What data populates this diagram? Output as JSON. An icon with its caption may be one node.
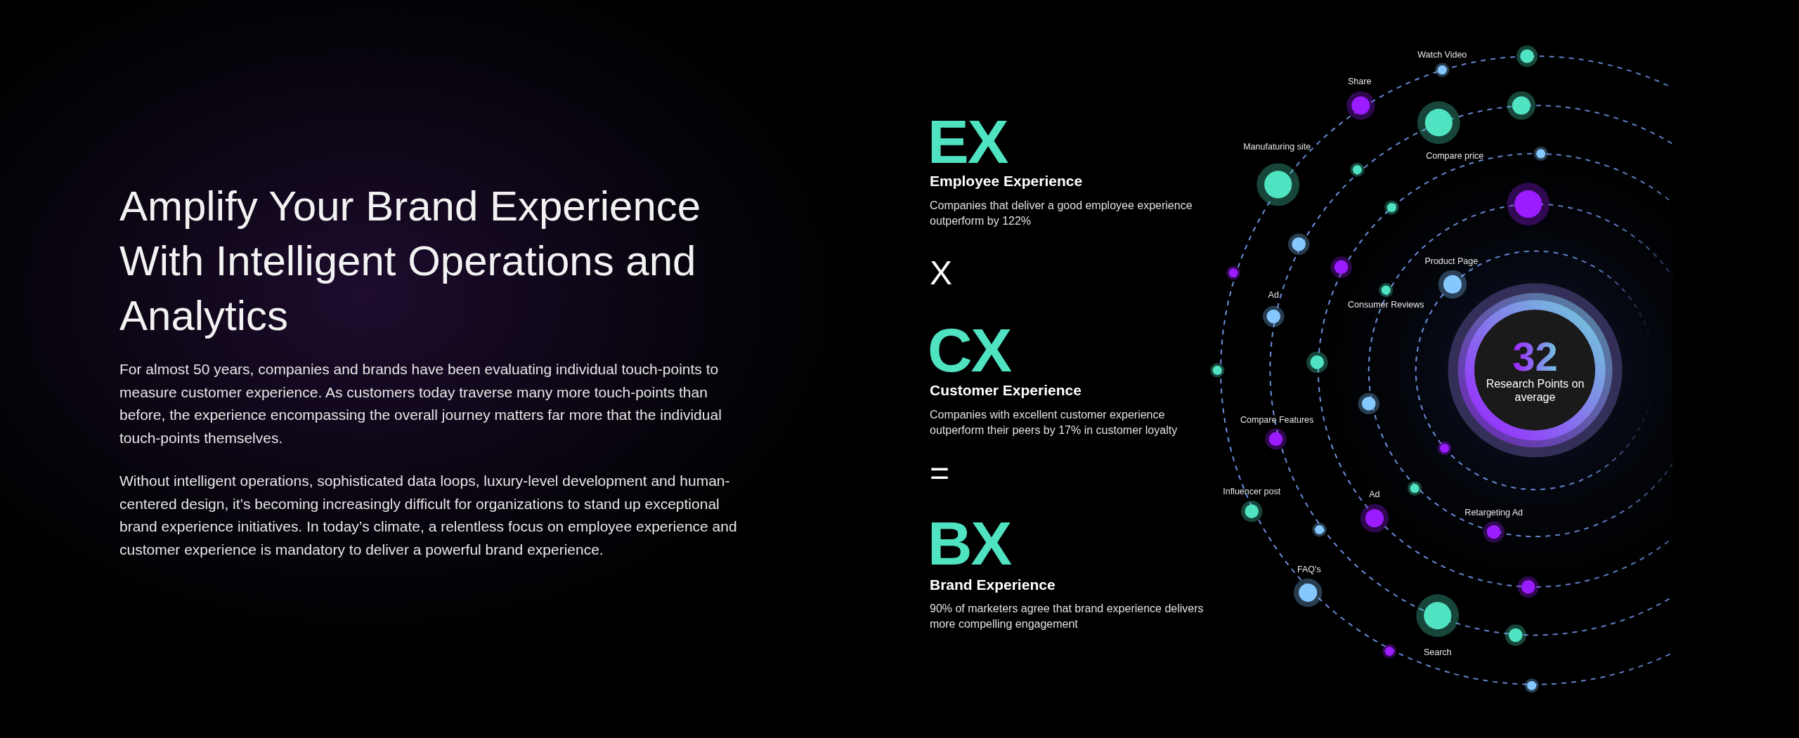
{
  "diagram": {
    "title": "Amplify Your Brand Experience With Intelligent Operations and Analytics",
    "nodes": [
      {
        "text": [
          "32",
          "Research Points on average"
        ]
      }
    ],
    "labels": [
      "For almost 50 years, companies and brands have been evaluating individual touch-points to measure customer experience. As customers today traverse many more touch-points than before, the experience encompassing the overall journey matters far more that the individual touch-points themselves.",
      "Without intelligent operations, sophisticated data loops, luxury-level development and human-centered design, it’s becoming increasingly difficult for organizations to stand up exceptional brand experience initiatives. In today’s climate, a relentless focus on employee experience and customer experience is mandatory to deliver a powerful brand experience.",
      "EX",
      "Employee Experience",
      "Companies that deliver a good employee experience outperform by 122%",
      "X",
      "CX",
      "Customer Experience",
      "Companies with excellent customer experience outperform their peers by 17% in customer loyalty",
      "=",
      "BX",
      "Brand Experience",
      "90% of marketers agree that brand experience delivers more compelling engagement",
      "Watch Video",
      "Share",
      "Manufaturing site",
      "Compare price",
      "Product Page",
      "Ad",
      "Consumer Reviews",
      "Compare Features",
      "Influencer post",
      "Ad",
      "Retargeting Ad",
      "FAQ's",
      "Search"
    ]
  }
}
